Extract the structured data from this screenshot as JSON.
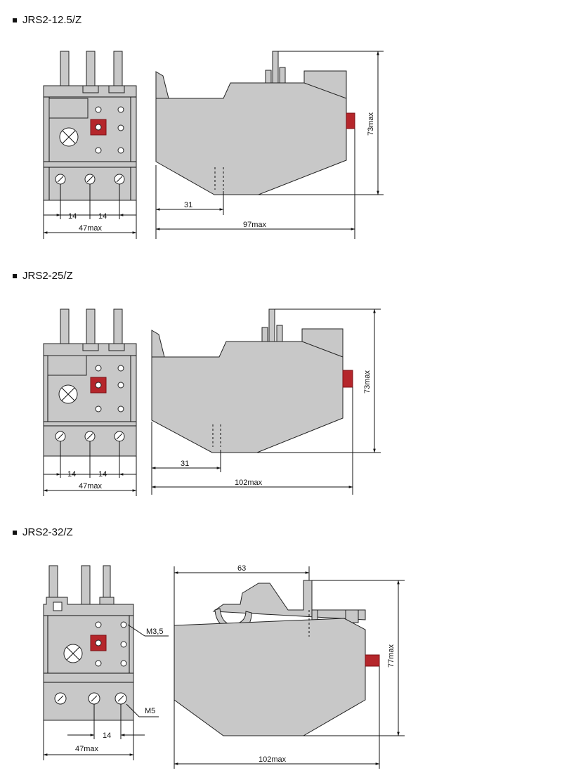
{
  "sections": [
    {
      "title": "JRS2-12.5/Z",
      "front": {
        "pitch_left": "14",
        "pitch_right": "14",
        "width": "47max"
      },
      "side": {
        "offset": "31",
        "length": "97max",
        "height": "73max"
      }
    },
    {
      "title": "JRS2-25/Z",
      "front": {
        "pitch_left": "14",
        "pitch_right": "14",
        "width": "47max"
      },
      "side": {
        "offset": "31",
        "length": "102max",
        "height": "73max"
      }
    },
    {
      "title": "JRS2-32/Z",
      "front": {
        "pitch": "14",
        "width": "47max",
        "label_top_screw": "M3,5",
        "label_bottom_screw": "M5"
      },
      "side": {
        "top_offset": "63",
        "length": "102max",
        "height": "77max"
      }
    }
  ],
  "colors": {
    "body_fill": "#c8c8c8",
    "button_red": "#b5262b",
    "line": "#111111"
  },
  "icons": [
    "bullet-square-icon",
    "screw-terminal-icon",
    "crossed-circle-icon",
    "red-reset-button-icon"
  ]
}
